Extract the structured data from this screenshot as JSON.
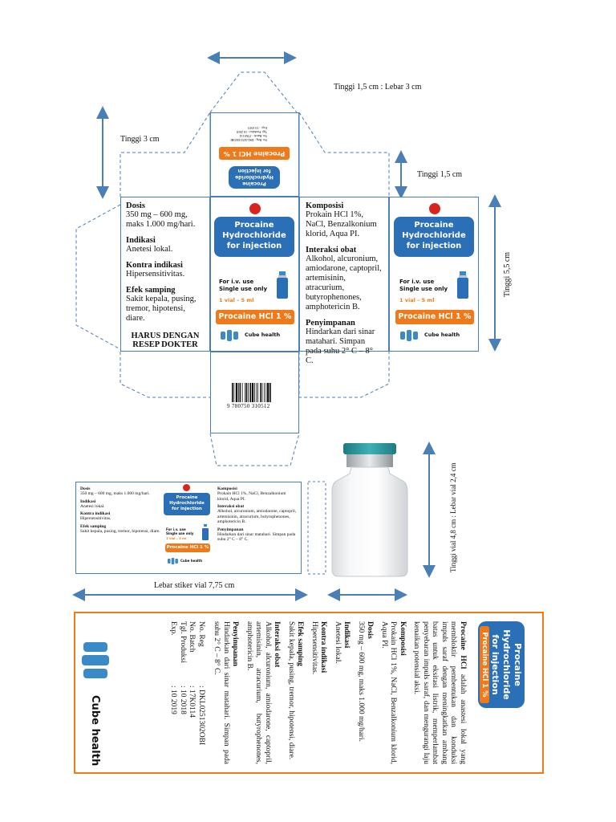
{
  "dimensions": {
    "top_flap": "Tinggi 1,5 cm : Lebar 3 cm",
    "side_flap": "Tinggi 3 cm",
    "right_flap": "Tinggi 1,5 cm",
    "box_height": "Tinggi 5,5 cm",
    "vial": "Tinggi vial 4,8 cm : Lebar vial 2,4 cm",
    "sticker_width": "Lebar stiker vial 7,75 cm"
  },
  "product": {
    "name_line1": "Procaine",
    "name_line2": "Hydrochloride",
    "name_line3": "for injection",
    "use_line1": "For i.v. use",
    "use_line2": "Single use only",
    "volume": "1 vial – 5 ml",
    "label": "Procaine HCl 1 %",
    "brand": "Cube health"
  },
  "left_panel": {
    "dosis_title": "Dosis",
    "dosis_body": "350 mg – 600 mg, maks 1.000 mg/hari.",
    "indikasi_title": "Indikasi",
    "indikasi_body": "Anetesi lokal.",
    "kontra_title": "Kontra indikasi",
    "kontra_body": "Hipersensitivitas.",
    "efek_title": "Efek samping",
    "efek_body": "Sakit kepala, pusing, tremor, hipotensi, diare.",
    "warning": "HARUS DENGAN RESEP DOKTER"
  },
  "right_panel": {
    "komposisi_title": "Komposisi",
    "komposisi_body": "Prokain HCl 1%, NaCl, Benzalkonium klorid, Aqua PI.",
    "interaksi_title": "Interaksi obat",
    "interaksi_body": "Alkohol, alcuronium, amiodarone, captopril, artemisinin, atracurium, butyrophenones, amphotericin B.",
    "simpan_title": "Penyimpanan",
    "simpan_body": "Hindarkan dari sinar matahari. Simpan pada suhu 2° C – 8° C."
  },
  "barcode": {
    "number": "9 780750 310512"
  },
  "sticker": {
    "dosis_body": "350 mg – 600 mg, maks 1.000 mg/hari.",
    "efek_body": "Sakit kepala, pusing, tremor, hipotensi, diare.",
    "komposisi_body": "Prokain HCl 1%, NaCl, Benzalkonium klorid, Aqua PI.",
    "interaksi_body": "Alkohol, alcuronium, amiodarone, captopril, artemisinin, atracurium, butyrophenones, amphotericin B.",
    "simpan_body": "Hindarkan dari sinar matahari. Simpan pada suhu 2° C – 8° C."
  },
  "leaflet": {
    "intro_title": "Procaine HCl",
    "intro_body": "adalah anastesi lokal yang membloktir pembentukan dan konduksi impuls saraf dengan meningkatkan ambang batas untuk eksitasi listrik, memperlambat penyebaran impuls saraf, dan mengurangi laju kenaikan potensial aksi.",
    "komposisi_body": "Prokain HCl 1%, NaCl, Benzalkonium klorid, Aqua PI.",
    "dosis_body": "350 mg – 600 mg, maks 1.000 mg/hari.",
    "efek_body": "Sakit kepala, pusing, tremor, hipotensi, diare.",
    "interaksi_body": "Alkohol, alcuronium, amiodarone, captopril, artemisinin, atracurium, butyrophenones, amphotericin B.",
    "simpan_body": "Hindarkan dari sinar matahari. Simpan pada suhu 2° C – 8° C.",
    "noreg_label": "No. Reg",
    "noreg_value": ": DKL0251302OBI",
    "nobatch_label": "No. Batch",
    "nobatch_value": ": 17K0114",
    "tglprod_label": "Tgl. Produksi",
    "tglprod_value": ": 10 2018",
    "exp_label": "Exp.",
    "exp_value": ": 10 2019"
  }
}
